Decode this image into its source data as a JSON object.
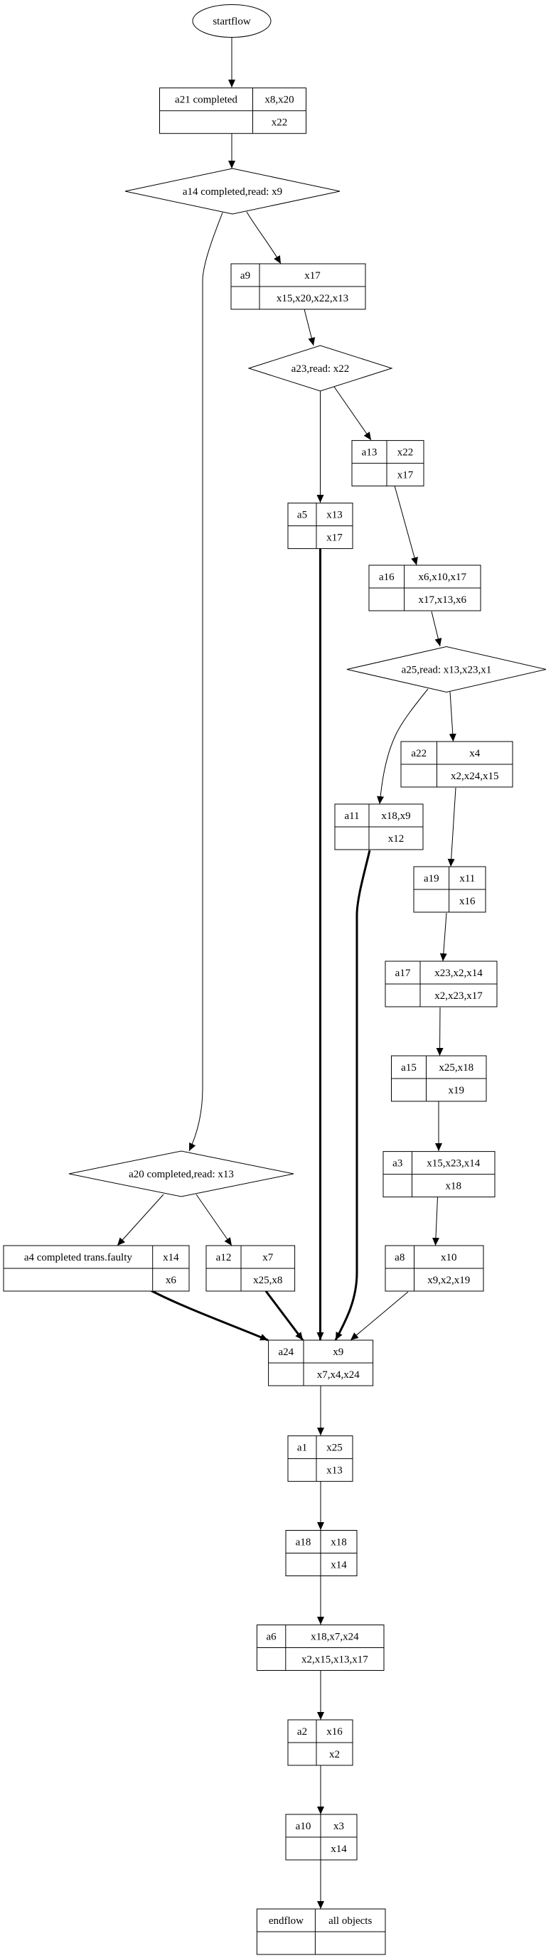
{
  "colors": {
    "stroke": "#000000",
    "background": "#ffffff",
    "text": "#000000"
  },
  "start": "startflow",
  "decisions": {
    "a14": "a14 completed,read: x9",
    "a23": "a23,read: x22",
    "a25": "a25,read: x13,x23,x1",
    "a20": "a20 completed,read: x13"
  },
  "nodes": {
    "a21": {
      "name": "a21 completed",
      "top": "x8,x20",
      "bottom": "x22"
    },
    "a9": {
      "name": "a9",
      "top": "x17",
      "bottom": "x15,x20,x22,x13"
    },
    "a13": {
      "name": "a13",
      "top": "x22",
      "bottom": "x17"
    },
    "a5": {
      "name": "a5",
      "top": "x13",
      "bottom": "x17"
    },
    "a16": {
      "name": "a16",
      "top": "x6,x10,x17",
      "bottom": "x17,x13,x6"
    },
    "a22": {
      "name": "a22",
      "top": "x4",
      "bottom": "x2,x24,x15"
    },
    "a11": {
      "name": "a11",
      "top": "x18,x9",
      "bottom": "x12"
    },
    "a19": {
      "name": "a19",
      "top": "x11",
      "bottom": "x16"
    },
    "a17": {
      "name": "a17",
      "top": "x23,x2,x14",
      "bottom": "x2,x23,x17"
    },
    "a15": {
      "name": "a15",
      "top": "x25,x18",
      "bottom": "x19"
    },
    "a3": {
      "name": "a3",
      "top": "x15,x23,x14",
      "bottom": "x18"
    },
    "a4": {
      "name": "a4 completed trans.faulty",
      "top": "x14",
      "bottom": "x6"
    },
    "a12": {
      "name": "a12",
      "top": "x7",
      "bottom": "x25,x8"
    },
    "a8": {
      "name": "a8",
      "top": "x10",
      "bottom": "x9,x2,x19"
    },
    "a24": {
      "name": "a24",
      "top": "x9",
      "bottom": "x7,x4,x24"
    },
    "a1": {
      "name": "a1",
      "top": "x25",
      "bottom": "x13"
    },
    "a18": {
      "name": "a18",
      "top": "x18",
      "bottom": "x14"
    },
    "a6": {
      "name": "a6",
      "top": "x18,x7,x24",
      "bottom": "x2,x15,x13,x17"
    },
    "a2": {
      "name": "a2",
      "top": "x16",
      "bottom": "x2"
    },
    "a10": {
      "name": "a10",
      "top": "x3",
      "bottom": "x14"
    },
    "endflow": {
      "name": "endflow",
      "top": "all objects",
      "bottom": ""
    }
  }
}
